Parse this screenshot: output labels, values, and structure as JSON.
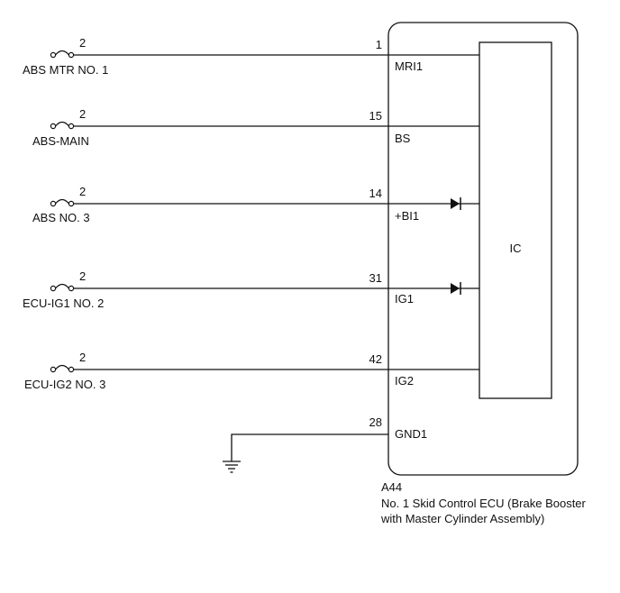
{
  "ecu": {
    "connector_id": "A44",
    "description_line1": "No. 1 Skid Control ECU (Brake Booster",
    "description_line2": "with Master Cylinder Assembly)",
    "ic_label": "IC"
  },
  "circuits": [
    {
      "fuse_label": "ABS MTR NO. 1",
      "fuse_pin": "2",
      "ecu_pin": "1",
      "terminal": "MRI1",
      "diode": false
    },
    {
      "fuse_label": "ABS-MAIN",
      "fuse_pin": "2",
      "ecu_pin": "15",
      "terminal": "BS",
      "diode": false
    },
    {
      "fuse_label": "ABS NO. 3",
      "fuse_pin": "2",
      "ecu_pin": "14",
      "terminal": "+BI1",
      "diode": true
    },
    {
      "fuse_label": "ECU-IG1 NO. 2",
      "fuse_pin": "2",
      "ecu_pin": "31",
      "terminal": "IG1",
      "diode": true
    },
    {
      "fuse_label": "ECU-IG2 NO. 3",
      "fuse_pin": "2",
      "ecu_pin": "42",
      "terminal": "IG2",
      "diode": false
    }
  ],
  "ground": {
    "ecu_pin": "28",
    "terminal": "GND1"
  },
  "colors": {
    "line": "#111111",
    "background": "#ffffff"
  }
}
